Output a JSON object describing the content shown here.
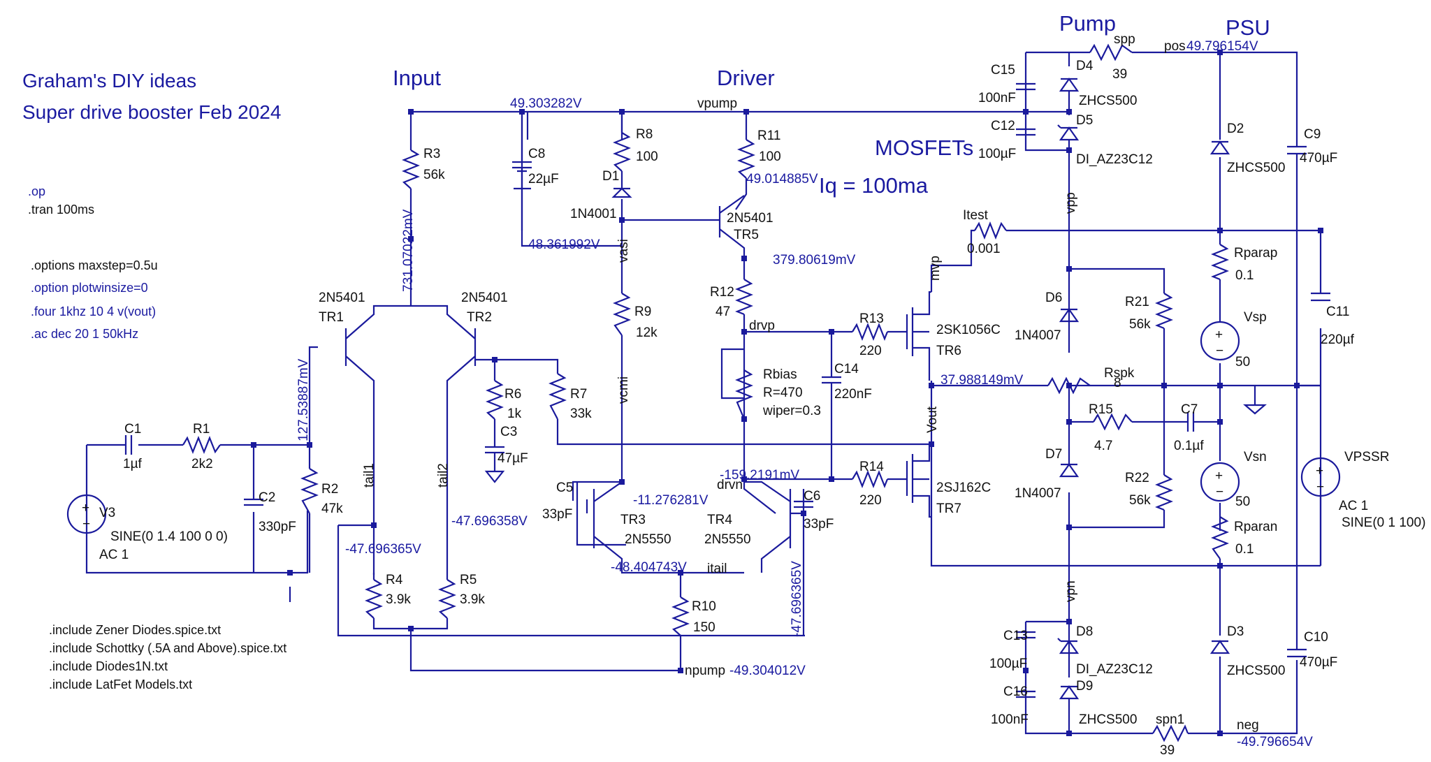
{
  "colors": {
    "wire": "#1a1a9c",
    "text": "#111111",
    "annotation": "#1a1aa0",
    "background": "#ffffff"
  },
  "title": {
    "line1": "Graham's DIY ideas",
    "line2": "Super drive booster Feb 2024"
  },
  "sections": {
    "input": "Input",
    "driver": "Driver",
    "mosfets": "MOSFETs",
    "pump": "Pump",
    "psu": "PSU",
    "iq": "Iq = 100ma"
  },
  "directives": {
    "op": ".op",
    "tran": ".tran 100ms",
    "maxstep": ".options maxstep=0.5u",
    "plotwinsize": ".option plotwinsize=0",
    "four": ".four 1khz 10 4 v(vout)",
    "ac": ".ac dec 20 1 50kHz",
    "inc1": ".include Zener Diodes.spice.txt",
    "inc2": ".include Schottky (.5A and Above).spice.txt",
    "inc3": ".include Diodes1N.txt",
    "inc4": ".include LatFet Models.txt"
  },
  "components": {
    "V3": {
      "name": "V3",
      "value": "SINE(0 1.4 100 0 0)",
      "ac": "AC 1"
    },
    "C1": {
      "name": "C1",
      "value": "1µf"
    },
    "R1": {
      "name": "R1",
      "value": "2k2"
    },
    "C2": {
      "name": "C2",
      "value": "330pF"
    },
    "R2": {
      "name": "R2",
      "value": "47k"
    },
    "R3": {
      "name": "R3",
      "value": "56k"
    },
    "TR1": {
      "name": "TR1",
      "model": "2N5401"
    },
    "TR2": {
      "name": "TR2",
      "model": "2N5401"
    },
    "R4": {
      "name": "R4",
      "value": "3.9k"
    },
    "R5": {
      "name": "R5",
      "value": "3.9k"
    },
    "R6": {
      "name": "R6",
      "value": "1k"
    },
    "C3": {
      "name": "C3",
      "value": "47µF"
    },
    "R7": {
      "name": "R7",
      "value": "33k"
    },
    "C8": {
      "name": "C8",
      "value": "22µF"
    },
    "R8": {
      "name": "R8",
      "value": "100"
    },
    "D1": {
      "name": "D1",
      "model": "1N4001"
    },
    "R9": {
      "name": "R9",
      "value": "12k"
    },
    "R11": {
      "name": "R11",
      "value": "100"
    },
    "TR5": {
      "name": "TR5",
      "model": "2N5401"
    },
    "R12": {
      "name": "R12",
      "value": "47"
    },
    "Rbias": {
      "name": "Rbias",
      "value": "R=470",
      "wiper": "wiper=0.3"
    },
    "C14": {
      "name": "C14",
      "value": "220nF"
    },
    "C5": {
      "name": "C5",
      "value": "33pF"
    },
    "TR3": {
      "name": "TR3",
      "model": "2N5550"
    },
    "TR4": {
      "name": "TR4",
      "model": "2N5550"
    },
    "C6": {
      "name": "C6",
      "value": "33pF"
    },
    "R10": {
      "name": "R10",
      "value": "150"
    },
    "R13": {
      "name": "R13",
      "value": "220"
    },
    "R14": {
      "name": "R14",
      "value": "220"
    },
    "TR6": {
      "name": "TR6",
      "model": "2SK1056C"
    },
    "TR7": {
      "name": "TR7",
      "model": "2SJ162C"
    },
    "Itest": {
      "name": "Itest",
      "value": "0.001"
    },
    "C15": {
      "name": "C15",
      "value": "100nF"
    },
    "C12": {
      "name": "C12",
      "value": "100µF"
    },
    "D4": {
      "name": "D4",
      "model": "ZHCS500"
    },
    "D5": {
      "name": "D5",
      "model": "DI_AZ23C12"
    },
    "spp": {
      "name": "spp",
      "value": "39"
    },
    "D6": {
      "name": "D6",
      "model": "1N4007"
    },
    "D7": {
      "name": "D7",
      "model": "1N4007"
    },
    "R21": {
      "name": "R21",
      "value": "56k"
    },
    "R22": {
      "name": "R22",
      "value": "56k"
    },
    "Rspk": {
      "name": "Rspk",
      "value": "8"
    },
    "R15": {
      "name": "R15",
      "value": "4.7"
    },
    "C7": {
      "name": "C7",
      "value": "0.1µf"
    },
    "D2": {
      "name": "D2",
      "model": "ZHCS500"
    },
    "D3": {
      "name": "D3",
      "model": "ZHCS500"
    },
    "C9": {
      "name": "C9",
      "value": "470µF"
    },
    "C10": {
      "name": "C10",
      "value": "470µF"
    },
    "C11": {
      "name": "C11",
      "value": "220µf"
    },
    "Rparap": {
      "name": "Rparap",
      "value": "0.1"
    },
    "Rparan": {
      "name": "Rparan",
      "value": "0.1"
    },
    "Vsp": {
      "name": "Vsp",
      "value": "50"
    },
    "Vsn": {
      "name": "Vsn",
      "value": "50"
    },
    "VPSSR": {
      "name": "VPSSR",
      "ac": "AC 1",
      "value": "SINE(0 1 100)"
    },
    "C13": {
      "name": "C13",
      "value": "100µF"
    },
    "C16": {
      "name": "C16",
      "value": "100nF"
    },
    "D8": {
      "name": "D8",
      "model": "DI_AZ23C12"
    },
    "D9": {
      "name": "D9",
      "model": "ZHCS500"
    },
    "spn1": {
      "name": "spn1",
      "value": "39"
    }
  },
  "nets": {
    "vpump": "vpump",
    "vasi": "vasi",
    "vcmi": "vcmi",
    "tail1": "tail1",
    "tail2": "tail2",
    "drvp": "drvp",
    "drvn": "drvn",
    "itail": "itail",
    "npump": "npump",
    "vout": "Vout",
    "mvp": "mvp",
    "vpp": "vpp",
    "vpn": "vpn",
    "pos": "pos",
    "neg": "neg"
  },
  "voltages": {
    "v1": "49.303282V",
    "v2": "49.014885V",
    "v3": "48.361992V",
    "v4": "379.80619mV",
    "v5": "731.07022mV",
    "v6": "127.53887mV",
    "v7": "-47.696358V",
    "v8": "-47.696365V",
    "v9": "-11.276281V",
    "v10": "-48.404743V",
    "v11": "-159.2191mV",
    "v12": "-47.696365V",
    "v13": "-49.304012V",
    "v14": "37.988149mV",
    "v15": "49.796154V",
    "v16": "-49.796654V"
  }
}
